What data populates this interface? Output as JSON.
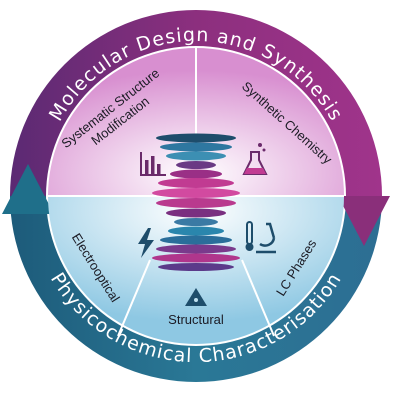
{
  "diagram": {
    "outer_top_label": "Molecular Design and Synthesis",
    "outer_bottom_label": "Physicochemical Characterisation",
    "sectors": {
      "top_left": [
        "Systematic Structure",
        "Modification"
      ],
      "top_right": [
        "Synthetic Chemistry"
      ],
      "bottom_left": [
        "Electrooptical"
      ],
      "bottom_center": [
        "Structural"
      ],
      "bottom_right": [
        "LC Phases"
      ]
    },
    "icons": {
      "top_left": "bar-chart-icon",
      "top_right": "flask-icon",
      "bottom_left": "lightning-icon",
      "bottom_right": "thermometer-microscope-icon",
      "bottom_center": "radiation-icon"
    },
    "colors": {
      "outer_ring_top": "#8a2f7a",
      "outer_ring_bottom": "#1f6f8a",
      "top_fill": "#eab7e2",
      "bottom_fill": "#bfe1f0",
      "center_stack_top": "#c9328f",
      "center_stack_bottom": "#1f7aa0",
      "arrow_blue": "#2a6d8a",
      "arrow_purple": "#8a2f7a"
    }
  }
}
